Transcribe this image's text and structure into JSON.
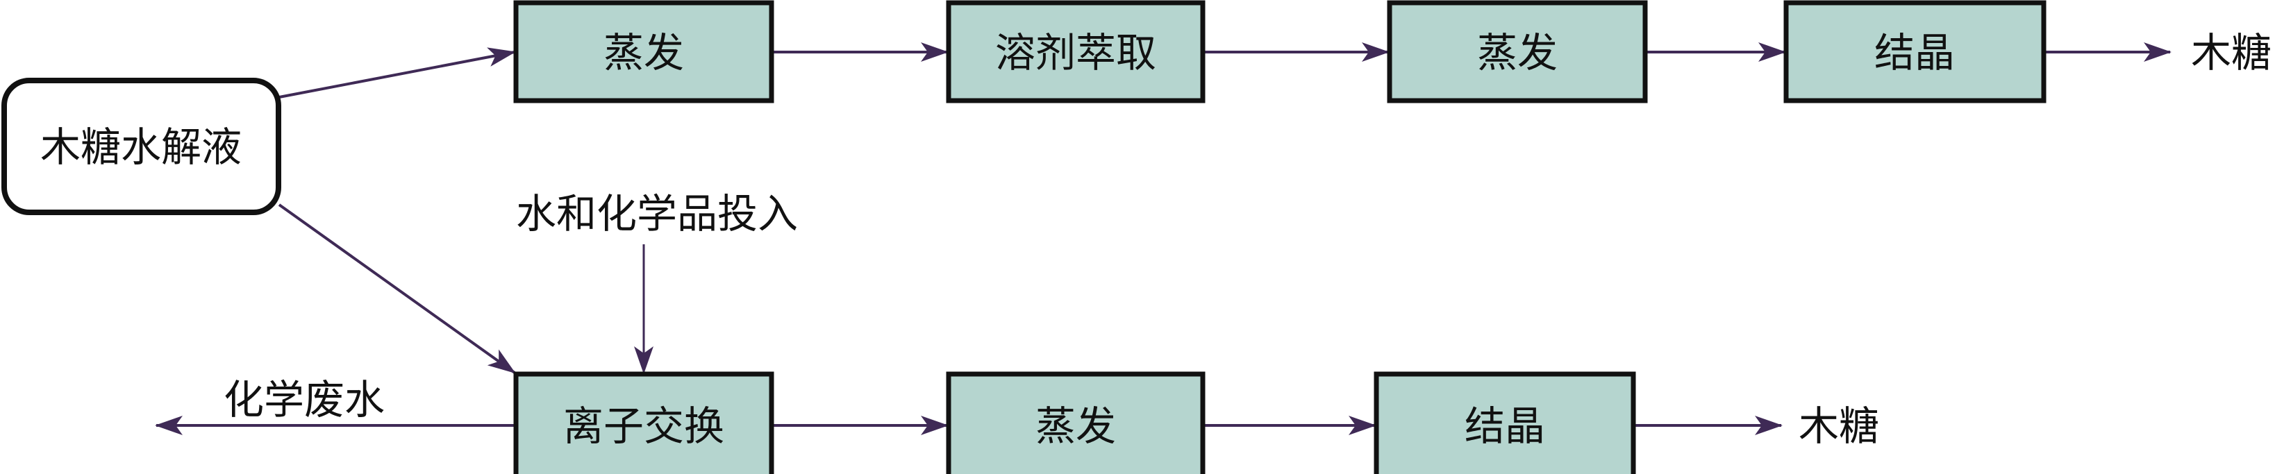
{
  "colors": {
    "line": "#3f2a56",
    "box_fill": "#b5d5cf",
    "box_stroke": "#111111"
  },
  "source": {
    "label": "木糖水解液"
  },
  "top_row": [
    {
      "label": "蒸发"
    },
    {
      "label": "溶剂萃取"
    },
    {
      "label": "蒸发"
    },
    {
      "label": "结晶"
    }
  ],
  "top_output": "木糖",
  "bottom_row": [
    {
      "label": "离子交换"
    },
    {
      "label": "蒸发"
    },
    {
      "label": "结晶"
    }
  ],
  "bottom_output": "木糖",
  "input_label": "水和化学品投入",
  "waste_label": "化学废水"
}
